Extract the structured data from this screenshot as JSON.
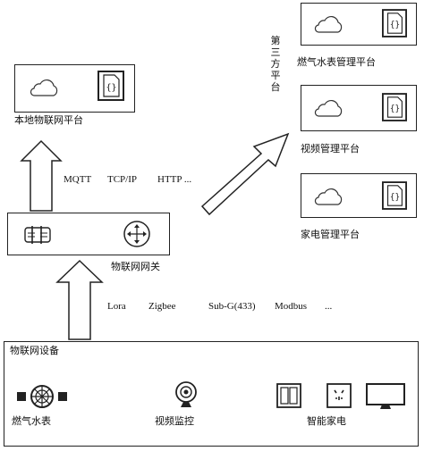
{
  "local_platform": {
    "label": "本地物联网平台"
  },
  "third_party": {
    "label": "第三方平台",
    "platforms": [
      {
        "label": "燃气水表管理平台"
      },
      {
        "label": "视频管理平台"
      },
      {
        "label": "家电管理平台"
      }
    ]
  },
  "gateway": {
    "label": "物联网网关"
  },
  "upper_protocols": [
    "MQTT",
    "TCP/IP",
    "HTTP ..."
  ],
  "lower_protocols": [
    "Lora",
    "Zigbee",
    "Sub-G(433)",
    "Modbus",
    "..."
  ],
  "devices": {
    "title": "物联网设备",
    "items": [
      {
        "label": "燃气水表",
        "icon": "water-meter-icon"
      },
      {
        "label": "视频监控",
        "icon": "webcam-icon"
      },
      {
        "label": "智能家电",
        "icon": "smart-appliance-icons"
      }
    ]
  }
}
